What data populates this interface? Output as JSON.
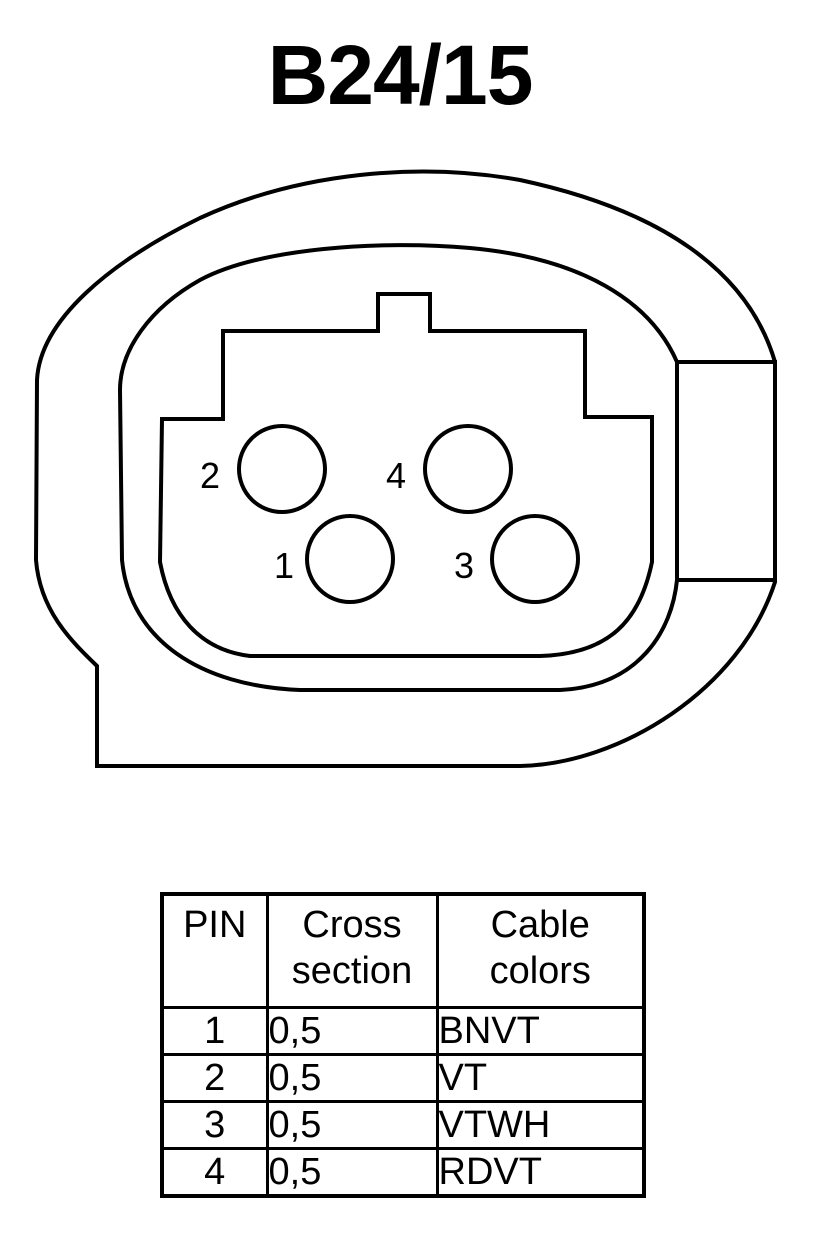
{
  "title": "B24/15",
  "pins": [
    {
      "label": "1"
    },
    {
      "label": "2"
    },
    {
      "label": "3"
    },
    {
      "label": "4"
    }
  ],
  "table": {
    "headers": {
      "pin": "PIN",
      "cross_section": [
        "Cross",
        "section"
      ],
      "cable_colors": [
        "Cable",
        "colors"
      ]
    },
    "rows": [
      {
        "pin": "1",
        "cross_section": "0,5",
        "cable_colors": "BNVT"
      },
      {
        "pin": "2",
        "cross_section": "0,5",
        "cable_colors": "VT"
      },
      {
        "pin": "3",
        "cross_section": "0,5",
        "cable_colors": "VTWH"
      },
      {
        "pin": "4",
        "cross_section": "0,5",
        "cable_colors": "RDVT"
      }
    ]
  }
}
